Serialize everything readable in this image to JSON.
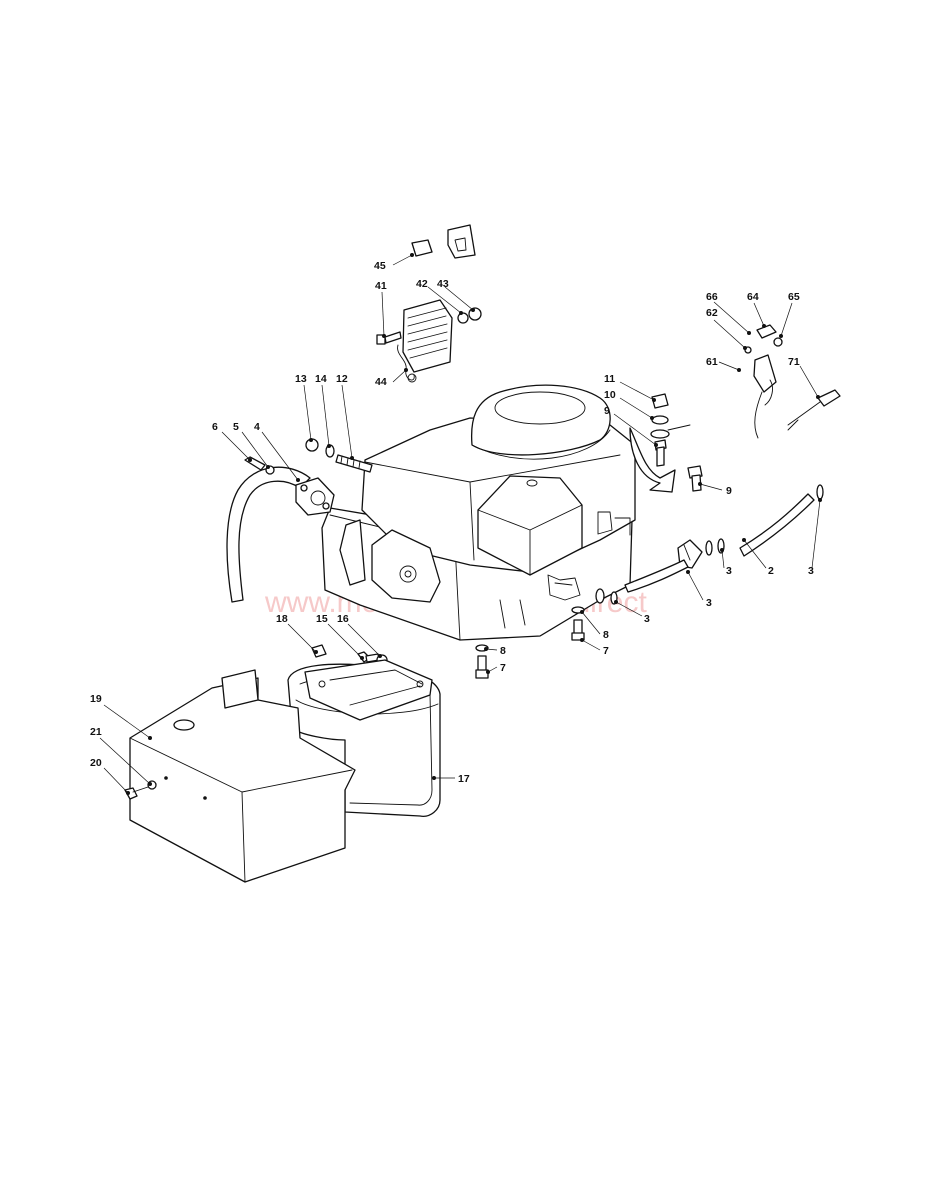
{
  "watermark": "www.mountfieldspares.direct",
  "callouts": [
    {
      "id": "c45",
      "label": "45"
    },
    {
      "id": "c41",
      "label": "41"
    },
    {
      "id": "c42",
      "label": "42"
    },
    {
      "id": "c43",
      "label": "43"
    },
    {
      "id": "c44",
      "label": "44"
    },
    {
      "id": "c66",
      "label": "66"
    },
    {
      "id": "c64",
      "label": "64"
    },
    {
      "id": "c65",
      "label": "65"
    },
    {
      "id": "c62",
      "label": "62"
    },
    {
      "id": "c61",
      "label": "61"
    },
    {
      "id": "c71",
      "label": "71"
    },
    {
      "id": "c13",
      "label": "13"
    },
    {
      "id": "c14",
      "label": "14"
    },
    {
      "id": "c12",
      "label": "12"
    },
    {
      "id": "c11",
      "label": "11"
    },
    {
      "id": "c10",
      "label": "10"
    },
    {
      "id": "c9a",
      "label": "9"
    },
    {
      "id": "c9b",
      "label": "9"
    },
    {
      "id": "c6",
      "label": "6"
    },
    {
      "id": "c5",
      "label": "5"
    },
    {
      "id": "c4",
      "label": "4"
    },
    {
      "id": "c3a",
      "label": "3"
    },
    {
      "id": "c2",
      "label": "2"
    },
    {
      "id": "c3b",
      "label": "3"
    },
    {
      "id": "c3c",
      "label": "3"
    },
    {
      "id": "c3d",
      "label": "3"
    },
    {
      "id": "c8a",
      "label": "8"
    },
    {
      "id": "c7a",
      "label": "7"
    },
    {
      "id": "c8b",
      "label": "8"
    },
    {
      "id": "c7b",
      "label": "7"
    },
    {
      "id": "c18",
      "label": "18"
    },
    {
      "id": "c15",
      "label": "15"
    },
    {
      "id": "c16",
      "label": "16"
    },
    {
      "id": "c19",
      "label": "19"
    },
    {
      "id": "c21",
      "label": "21"
    },
    {
      "id": "c20",
      "label": "20"
    },
    {
      "id": "c17",
      "label": "17"
    }
  ]
}
